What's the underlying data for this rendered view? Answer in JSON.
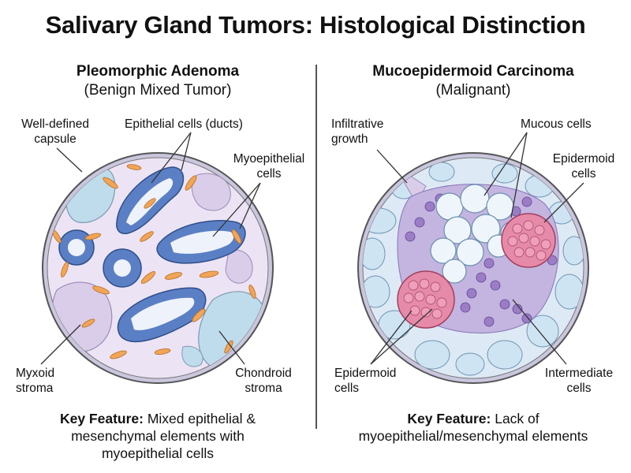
{
  "title": "Salivary Gland Tumors: Histological Distinction",
  "left": {
    "heading": "Pleomorphic Adenoma",
    "subheading": "(Benign Mixed Tumor)",
    "labels": {
      "capsule": [
        "Well-defined",
        "capsule"
      ],
      "epithelial": "Epithelial cells (ducts)",
      "myoepithelial": [
        "Myoepithelial",
        "cells"
      ],
      "myxoid": [
        "Myxoid",
        "stroma"
      ],
      "chondroid": [
        "Chondroid",
        "stroma"
      ]
    },
    "key_label": "Key Feature:",
    "key_text": " Mixed epithelial &",
    "key_lines": [
      "mesenchymal elements with",
      "myoepithelial cells"
    ]
  },
  "right": {
    "heading": "Mucoepidermoid Carcinoma",
    "subheading": "(Malignant)",
    "labels": {
      "infiltrative": [
        "Infiltrative",
        "growth"
      ],
      "mucous": "Mucous cells",
      "epidermoid_top": [
        "Epidermoid",
        "cells"
      ],
      "epidermoid_bottom": [
        "Epidermoid",
        "cells"
      ],
      "intermediate": [
        "Intermediate",
        "cells"
      ]
    },
    "key_label": "Key Feature:",
    "key_text": " Lack of",
    "key_lines": [
      "myoepithelial/mesenchymal elements"
    ]
  },
  "colors": {
    "capsule_ring": "#b9b6d2",
    "background_tissue": "#ece4f4",
    "duct_cell": "#5b7fc4",
    "myoepithelial": "#f0a558",
    "chondroid": "#bfdcec",
    "myxoid": "#d9cdea",
    "mucous_cell": "#eef5fb",
    "epidermoid": "#e58aa8",
    "intermediate": "#9b7dc6"
  }
}
